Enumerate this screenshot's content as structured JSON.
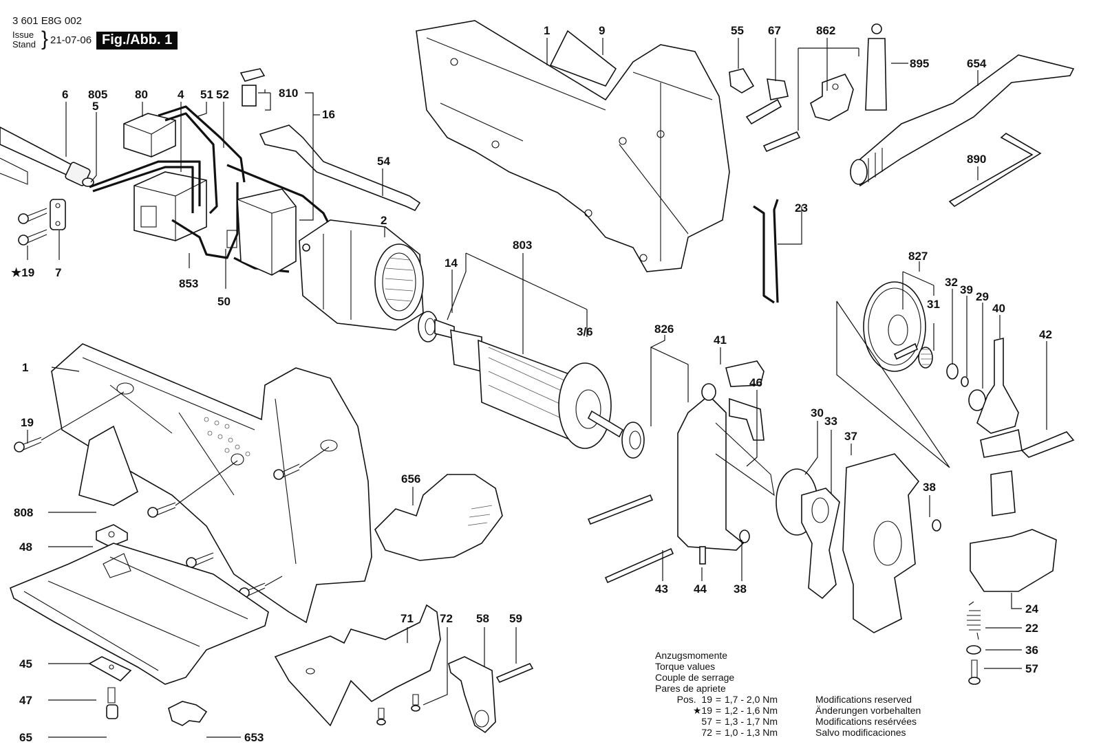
{
  "header": {
    "document_number": "3 601 E8G 002",
    "issue_label_en": "Issue",
    "issue_label_de": "Stand",
    "issue_date": "21-07-06",
    "figure_label": "Fig./Abb. 1"
  },
  "torque": {
    "heading_de": "Anzugsmomente",
    "heading_en": "Torque values",
    "heading_fr": "Couple de serrage",
    "heading_es": "Pares de apriete",
    "rows": [
      {
        "pos": "Pos.  19",
        "value": "1,7 - 2,0 Nm"
      },
      {
        "pos": "★19",
        "value": "1,2 - 1,6 Nm"
      },
      {
        "pos": "57",
        "value": "1,3 - 1,7 Nm"
      },
      {
        "pos": "72",
        "value": "1,0 - 1,3 Nm"
      }
    ]
  },
  "modifications": {
    "en": "Modifications reserved",
    "de": "Änderungen vorbehalten",
    "fr": "Modifications resérvées",
    "es": "Salvo modificaciones"
  },
  "part_labels": {
    "p6": "6",
    "p805": "805",
    "p5": "5",
    "p80": "80",
    "p4": "4",
    "p51": "51",
    "p52": "52",
    "p810": "810",
    "p16": "16",
    "p54": "54",
    "p2": "2",
    "p853": "853",
    "p50": "50",
    "p7": "7",
    "p19star": "★19",
    "p1top": "1",
    "p9": "9",
    "p55": "55",
    "p67": "67",
    "p862": "862",
    "p895": "895",
    "p654": "654",
    "p890": "890",
    "p23": "23",
    "p803": "803",
    "p14": "14",
    "p36slash": "3/6",
    "p827": "827",
    "p32": "32",
    "p39": "39",
    "p29": "29",
    "p31": "31",
    "p40": "40",
    "p42": "42",
    "p826": "826",
    "p41": "41",
    "p46": "46",
    "p30": "30",
    "p33": "33",
    "p37": "37",
    "p38a": "38",
    "p38b": "38",
    "p43": "43",
    "p44": "44",
    "p1left": "1",
    "p19": "19",
    "p808": "808",
    "p48": "48",
    "p45": "45",
    "p47": "47",
    "p65": "65",
    "p653": "653",
    "p656": "656",
    "p71": "71",
    "p72": "72",
    "p58": "58",
    "p59": "59",
    "p24": "24",
    "p22": "22",
    "p36": "36",
    "p57": "57"
  }
}
